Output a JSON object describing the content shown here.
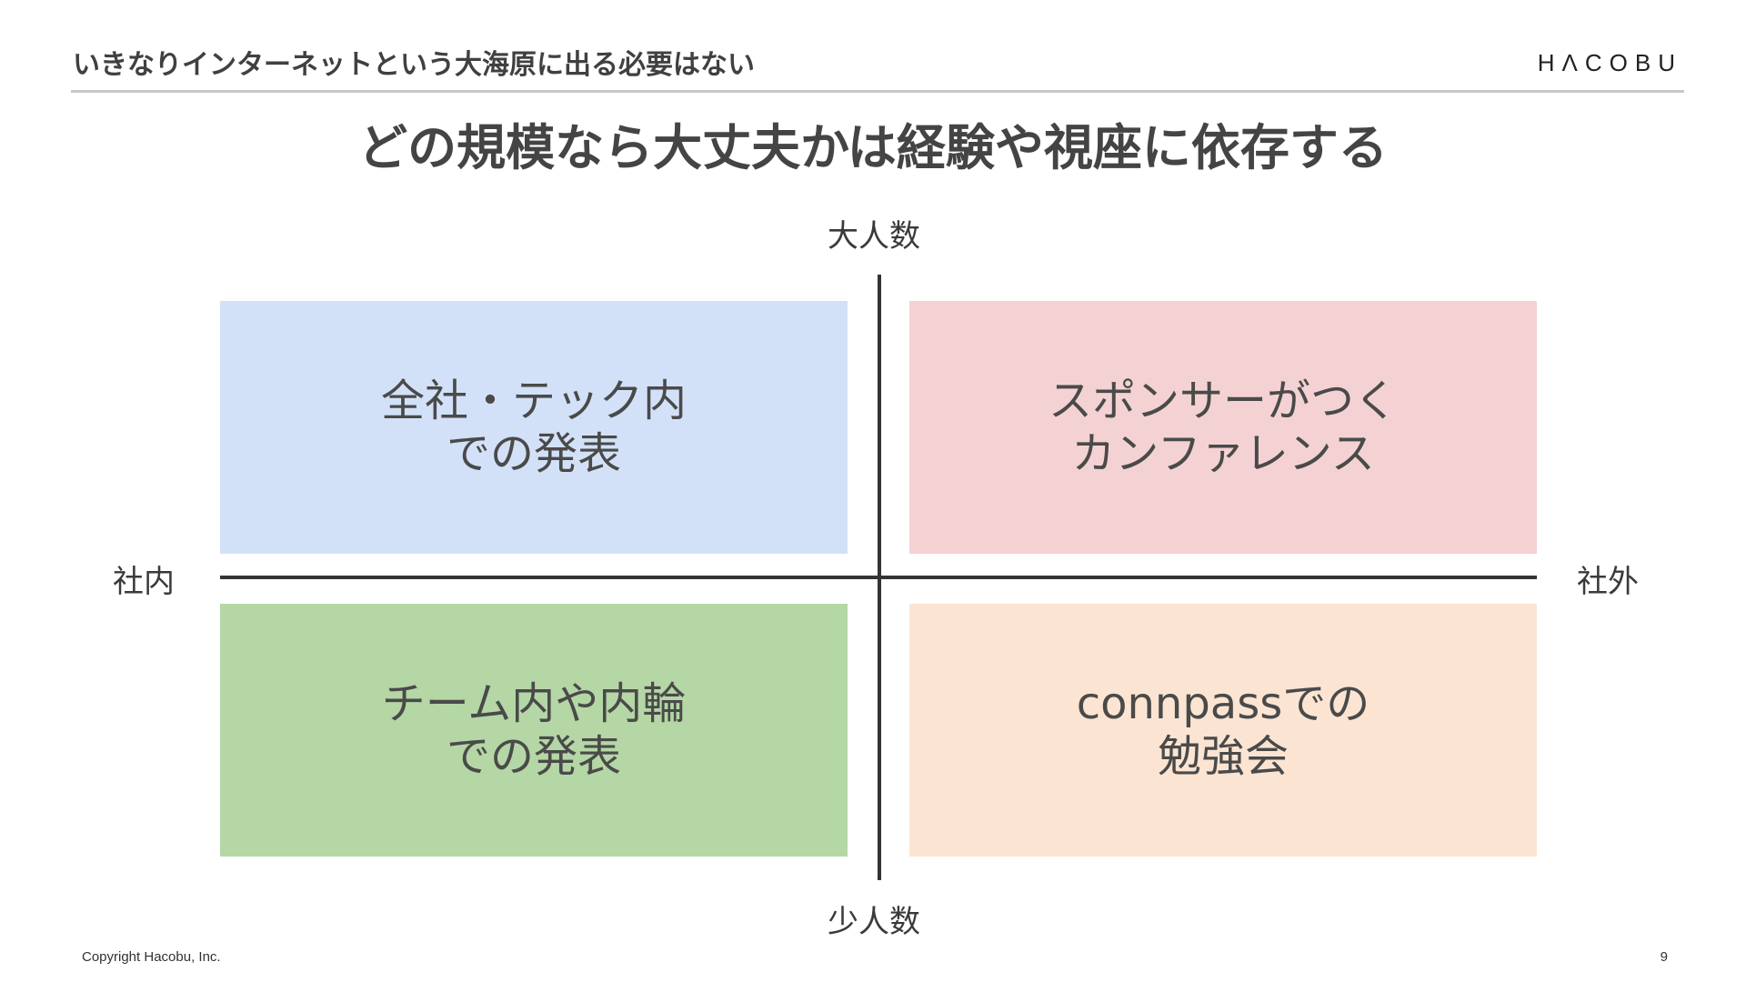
{
  "header": {
    "title": "いきなりインターネットという大海原に出る必要はない",
    "logo": "HΛCOBU"
  },
  "slide": {
    "title": "どの規模なら大丈夫かは経験や視座に依存する"
  },
  "axes": {
    "top": "大人数",
    "bottom": "少人数",
    "left": "社内",
    "right": "社外"
  },
  "quadrants": {
    "top_left": {
      "label": "全社・テック内\nでの発表",
      "color": "#d3e1f8"
    },
    "top_right": {
      "label": "スポンサーがつく\nカンファレンス",
      "color": "#f4d2d3"
    },
    "bottom_left": {
      "label": "チーム内や内輪\nでの発表",
      "color": "#b4d7a5"
    },
    "bottom_right": {
      "label": "connpassでの\n勉強会",
      "color": "#fbe5d2"
    }
  },
  "footer": {
    "copyright": "Copyright Hacobu, Inc.",
    "page_number": "9"
  }
}
